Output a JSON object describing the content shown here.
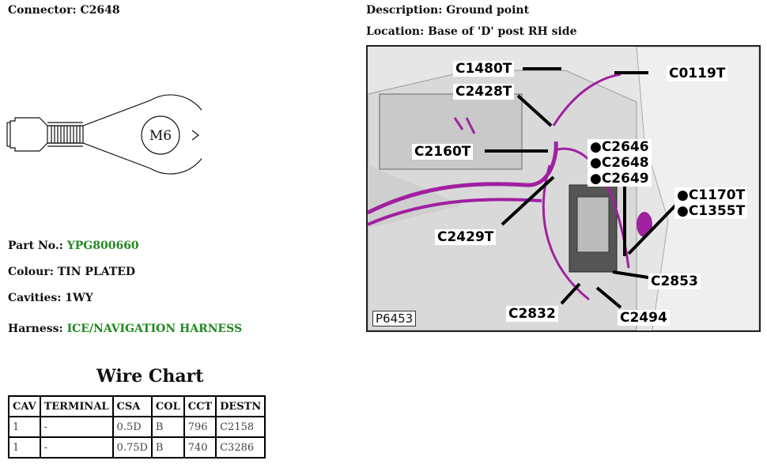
{
  "header": {
    "connector_label": "Connector:",
    "connector_value": "C2648",
    "description_label": "Description:",
    "description_value": "Ground point",
    "location_label": "Location:",
    "location_value": "Base of 'D' post RH side"
  },
  "terminal_drawing": {
    "stud_label": "M6"
  },
  "part_info": {
    "part_no_label": "Part No.:",
    "part_no_value": "YPG800660",
    "colour_label": "Colour:",
    "colour_value": "TIN PLATED",
    "cavities_label": "Cavities:",
    "cavities_value": "1WY",
    "harness_label": "Harness:",
    "harness_value": "ICE/NAVIGATION HARNESS"
  },
  "photo": {
    "figure_ref": "P6453",
    "callouts": {
      "c1480t": "C1480T",
      "c0119t": "C0119T",
      "c2428t": "C2428T",
      "c2160t": "C2160T",
      "c2646": "●C2646",
      "c2648": "●C2648",
      "c2649": "●C2649",
      "c1170t": "●C1170T",
      "c1355t": "●C1355T",
      "c2429t": "C2429T",
      "c2853": "C2853",
      "c2832": "C2832",
      "c2494": "C2494"
    }
  },
  "wire_chart": {
    "title": "Wire Chart",
    "headers": [
      "CAV",
      "TERMINAL",
      "CSA",
      "COL",
      "CCT",
      "DESTN"
    ],
    "rows": [
      [
        "1",
        "-",
        "0.5D",
        "B",
        "796",
        "C2158"
      ],
      [
        "1",
        "-",
        "0.75D",
        "B",
        "740",
        "C3286"
      ]
    ]
  },
  "colors": {
    "link_green": "#1f8a1f",
    "harness_purple": "#a020a0"
  }
}
